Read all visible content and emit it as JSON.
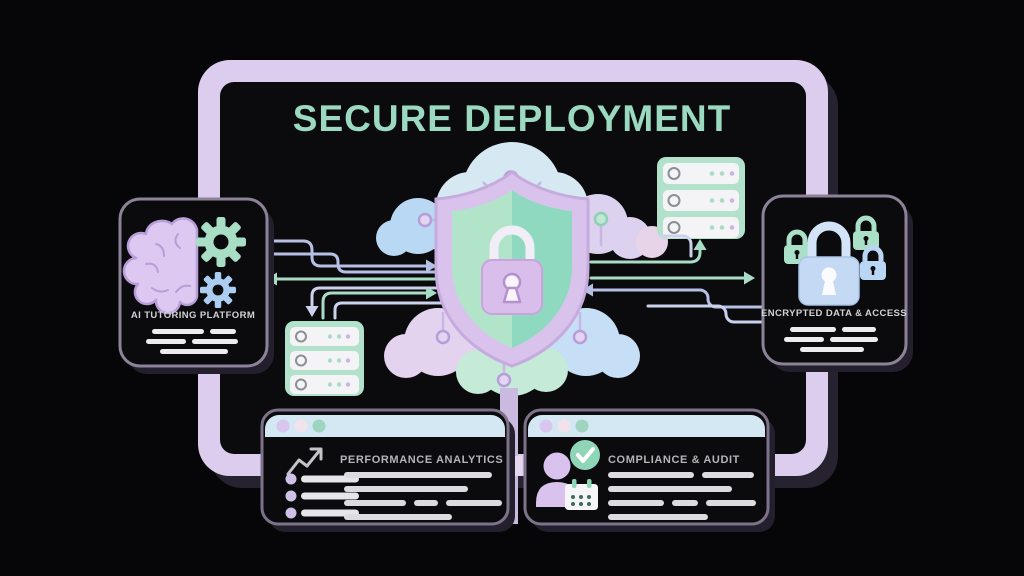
{
  "title": "SECURE DEPLOYMENT",
  "colors": {
    "background": "#060608",
    "frame_border": "#dccdee",
    "screen_bg": "#0b0b0e",
    "title_text": "#9cd9c1",
    "mint": "#a9dcc6",
    "lavender": "#d9c3ec",
    "light_blue": "#c4daf4",
    "card_bg": "#0b0b0d",
    "card_border": "#8d8298"
  },
  "cards": {
    "platform": {
      "label": "AI TUTORING PLATFORM"
    },
    "encrypted": {
      "label": "ENCRYPTED DATA & ACCESS"
    },
    "analytics": {
      "label": "PERFORMANCE ANALYTICS"
    },
    "compliance": {
      "label": "COMPLIANCE & AUDIT"
    }
  },
  "icons": [
    "brain-icon",
    "gear-icon",
    "shield-lock-icon",
    "cloud-icon",
    "server-rack-icon",
    "padlock-icon",
    "trend-arrow-icon",
    "user-icon",
    "check-icon",
    "calendar-icon",
    "window-control-dot",
    "circuit-node"
  ]
}
